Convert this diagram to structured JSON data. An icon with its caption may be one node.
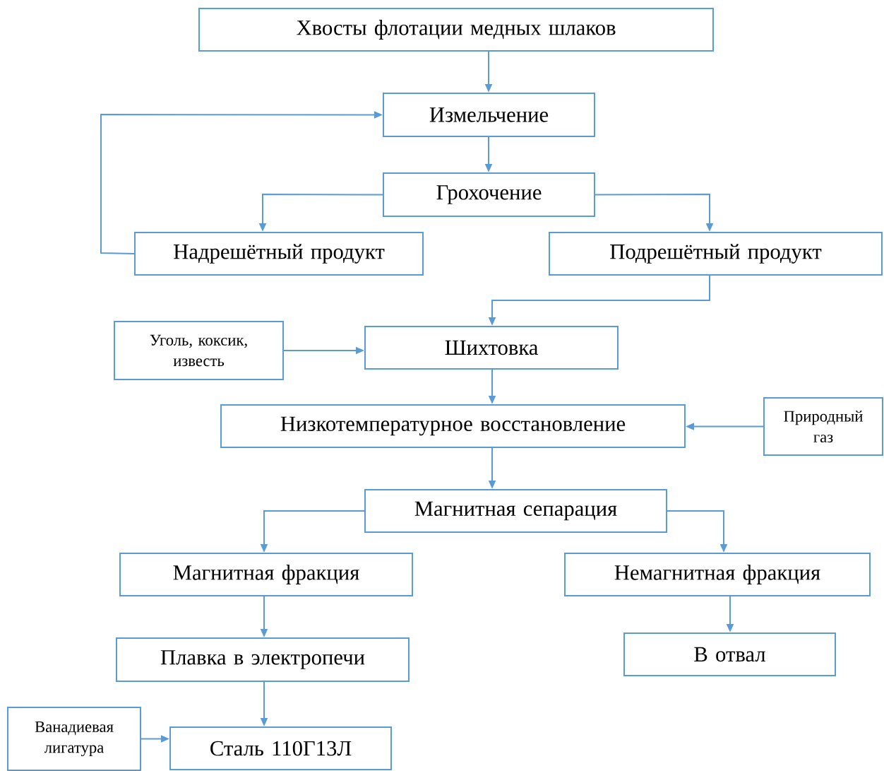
{
  "diagram": {
    "nodes": [
      {
        "text": [
          "Хвосты флотации медных шлаков"
        ]
      },
      {
        "text": [
          "Измельчение"
        ]
      },
      {
        "text": [
          "Грохочение"
        ]
      },
      {
        "text": [
          "Надрешётный продукт"
        ]
      },
      {
        "text": [
          "Подрешётный продукт"
        ]
      },
      {
        "text": [
          "Уголь, коксик, известь"
        ]
      },
      {
        "text": [
          "Шихтовка"
        ]
      },
      {
        "text": [
          "Природный газ"
        ]
      },
      {
        "text": [
          "Низкотемпературное восстановление"
        ]
      },
      {
        "text": [
          "Магнитная сепарация"
        ]
      },
      {
        "text": [
          "Магнитная фракция"
        ]
      },
      {
        "text": [
          "Немагнитная фракция"
        ]
      },
      {
        "text": [
          "Плавка в электропечи"
        ]
      },
      {
        "text": [
          "В отвал"
        ]
      },
      {
        "text": [
          "Ванадиевая лигатура"
        ]
      },
      {
        "text": [
          "Сталь 110Г13Л"
        ]
      }
    ],
    "edges": [
      {
        "from": 0,
        "to": 1,
        "arrow": "to"
      },
      {
        "from": 3,
        "to": 1,
        "arrow": "to"
      },
      {
        "from": 1,
        "to": 2,
        "arrow": "to"
      },
      {
        "from": 2,
        "to": 3,
        "arrow": "to"
      },
      {
        "from": 2,
        "to": 4,
        "arrow": "to"
      },
      {
        "from": 4,
        "to": 6,
        "arrow": "to"
      },
      {
        "from": 5,
        "to": 6,
        "arrow": "to"
      },
      {
        "from": 6,
        "to": 8,
        "arrow": "to"
      },
      {
        "from": 7,
        "to": 8,
        "arrow": "to"
      },
      {
        "from": 8,
        "to": 9,
        "arrow": "to"
      },
      {
        "from": 9,
        "to": 10,
        "arrow": "to"
      },
      {
        "from": 9,
        "to": 11,
        "arrow": "to"
      },
      {
        "from": 10,
        "to": 12,
        "arrow": "to"
      },
      {
        "from": 11,
        "to": 13,
        "arrow": "to"
      },
      {
        "from": 12,
        "to": 15,
        "arrow": "to"
      },
      {
        "from": 14,
        "to": 15,
        "arrow": "to"
      }
    ]
  }
}
